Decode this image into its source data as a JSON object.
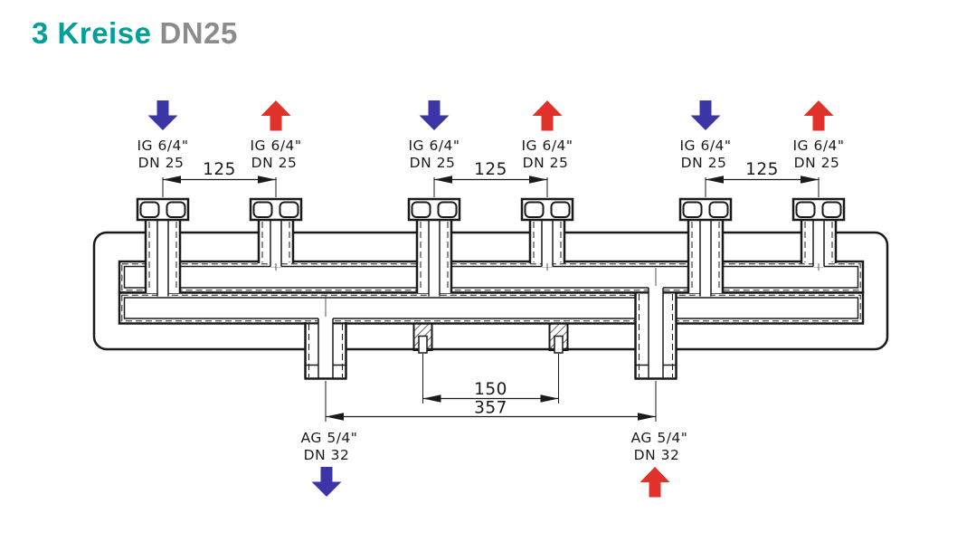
{
  "title": {
    "circuits": "3 Kreise",
    "size": "DN25"
  },
  "colors": {
    "accent_teal": "#00A099",
    "title_gray": "#8C8C8C",
    "arrow_blue": "#3B35A6",
    "arrow_red": "#E0312A",
    "line_black": "#1A1A1A"
  },
  "top_connections": [
    {
      "direction": "down",
      "label_size": "IG 6/4\"",
      "label_dn": "DN 25"
    },
    {
      "direction": "up",
      "label_size": "IG 6/4\"",
      "label_dn": "DN 25"
    },
    {
      "direction": "down",
      "label_size": "IG 6/4\"",
      "label_dn": "DN 25"
    },
    {
      "direction": "up",
      "label_size": "IG 6/4\"",
      "label_dn": "DN 25"
    },
    {
      "direction": "down",
      "label_size": "IG 6/4\"",
      "label_dn": "DN 25"
    },
    {
      "direction": "up",
      "label_size": "IG 6/4\"",
      "label_dn": "DN 25"
    }
  ],
  "top_dimensions": [
    "125",
    "125",
    "125"
  ],
  "bottom_connections": [
    {
      "direction": "down",
      "label_size": "AG 5/4\"",
      "label_dn": "DN 32"
    },
    {
      "direction": "up",
      "label_size": "AG 5/4\"",
      "label_dn": "DN 32"
    }
  ],
  "bottom_dimensions": {
    "inner": "150",
    "outer": "357"
  }
}
